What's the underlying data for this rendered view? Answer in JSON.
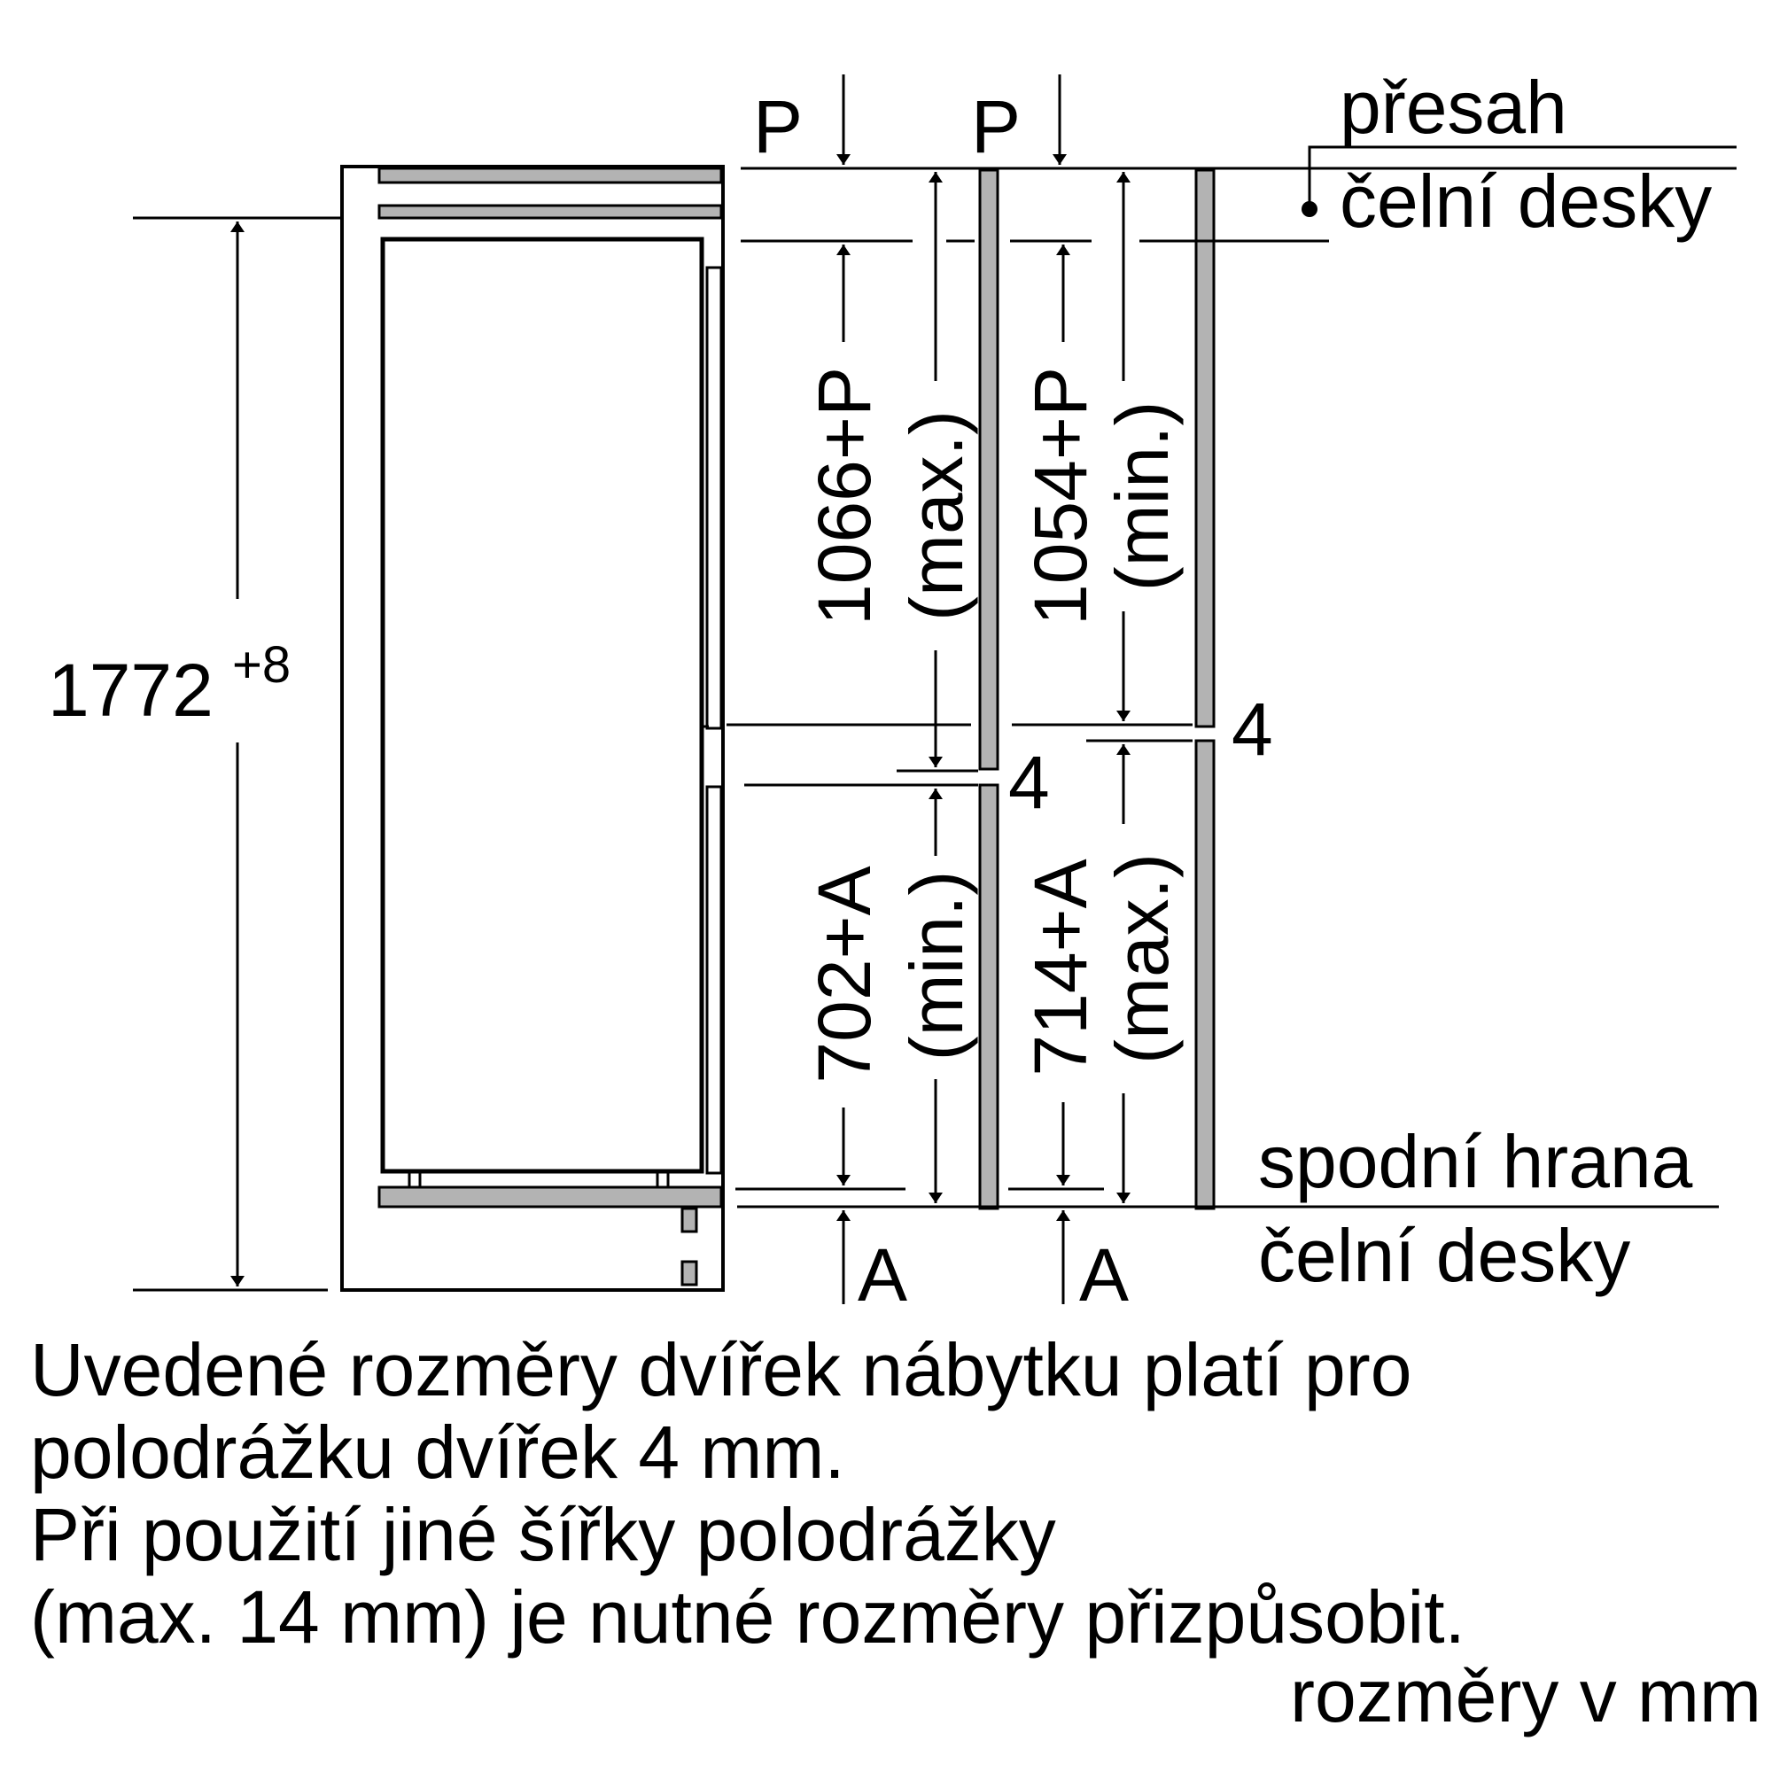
{
  "labels": {
    "p_left": "P",
    "p_right": "P",
    "overhang_line1": "přesah",
    "overhang_line2": "čelní desky",
    "total_height": "1772",
    "total_height_tolerance": "+8",
    "upper_left_value": "1066+P",
    "upper_left_qualifier": "(max.)",
    "upper_right_value": "1054+P",
    "upper_right_qualifier": "(min.)",
    "gap_left": "4",
    "gap_right": "4",
    "lower_left_value": "702+A",
    "lower_left_qualifier": "(min.)",
    "lower_right_value": "714+A",
    "lower_right_qualifier": "(max.)",
    "a_left": "A",
    "a_right": "A",
    "bottom_edge_line1": "spodní hrana",
    "bottom_edge_line2": "čelní desky"
  },
  "note": {
    "lines": [
      "Uvedené rozměry dvířek nábytku platí pro",
      "polodrážku dvířek 4 mm.",
      "Při použití jiné šířky polodrážky",
      "(max. 14 mm) je nutné rozměry přizpůsobit."
    ],
    "units": "rozměry v mm"
  }
}
